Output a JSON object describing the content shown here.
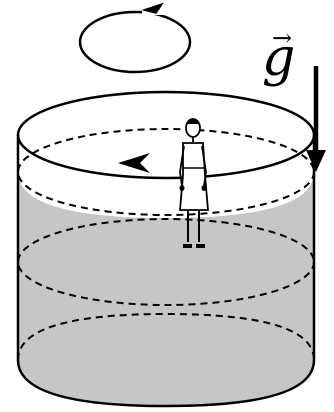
{
  "labels": {
    "gravity_symbol": "g",
    "vector_mark": "→"
  },
  "colors": {
    "outline": "#000000",
    "shaded_interior": "#c6c6c6",
    "background": "#ffffff"
  },
  "icons": {
    "rotation": "counterclockwise-arrow",
    "direction_of_motion": "arrowhead-left",
    "gravity": "down-arrow"
  }
}
